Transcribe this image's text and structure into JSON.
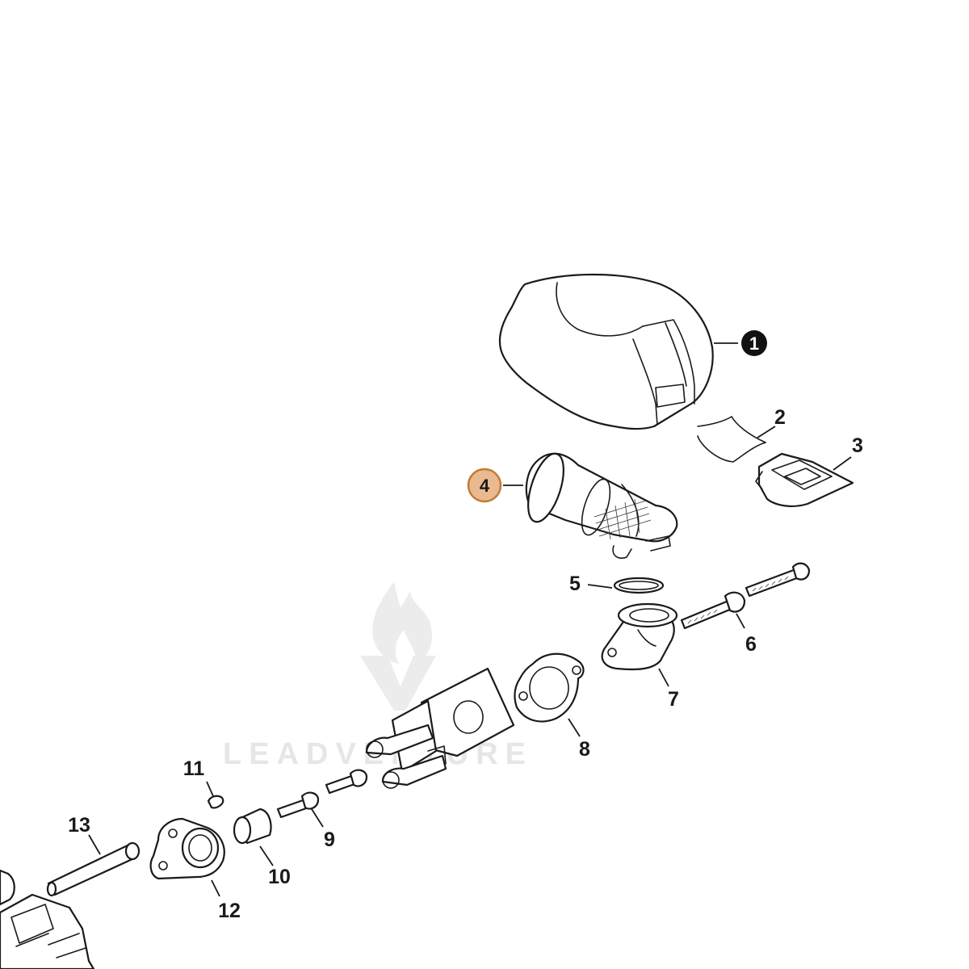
{
  "colors": {
    "line": "#1a1a1a",
    "highlight_fill": "#e9b98f",
    "highlight_stroke": "#c27a3a",
    "badge_dark": "#111111",
    "watermark": "#e6e6e6"
  },
  "watermark": {
    "text": "LEADVENTURE",
    "logo_icon": "flame-v-logo-icon"
  },
  "callouts": [
    {
      "id": "1",
      "label": "1",
      "style": "filled-black"
    },
    {
      "id": "2",
      "label": "2",
      "style": "plain"
    },
    {
      "id": "3",
      "label": "3",
      "style": "plain"
    },
    {
      "id": "4",
      "label": "4",
      "style": "highlighted"
    },
    {
      "id": "5",
      "label": "5",
      "style": "plain"
    },
    {
      "id": "6",
      "label": "6",
      "style": "plain"
    },
    {
      "id": "7",
      "label": "7",
      "style": "plain"
    },
    {
      "id": "8",
      "label": "8",
      "style": "plain"
    },
    {
      "id": "9",
      "label": "9",
      "style": "plain"
    },
    {
      "id": "10",
      "label": "10",
      "style": "plain"
    },
    {
      "id": "11",
      "label": "11",
      "style": "plain"
    },
    {
      "id": "12",
      "label": "12",
      "style": "plain"
    },
    {
      "id": "13",
      "label": "13",
      "style": "plain"
    }
  ]
}
